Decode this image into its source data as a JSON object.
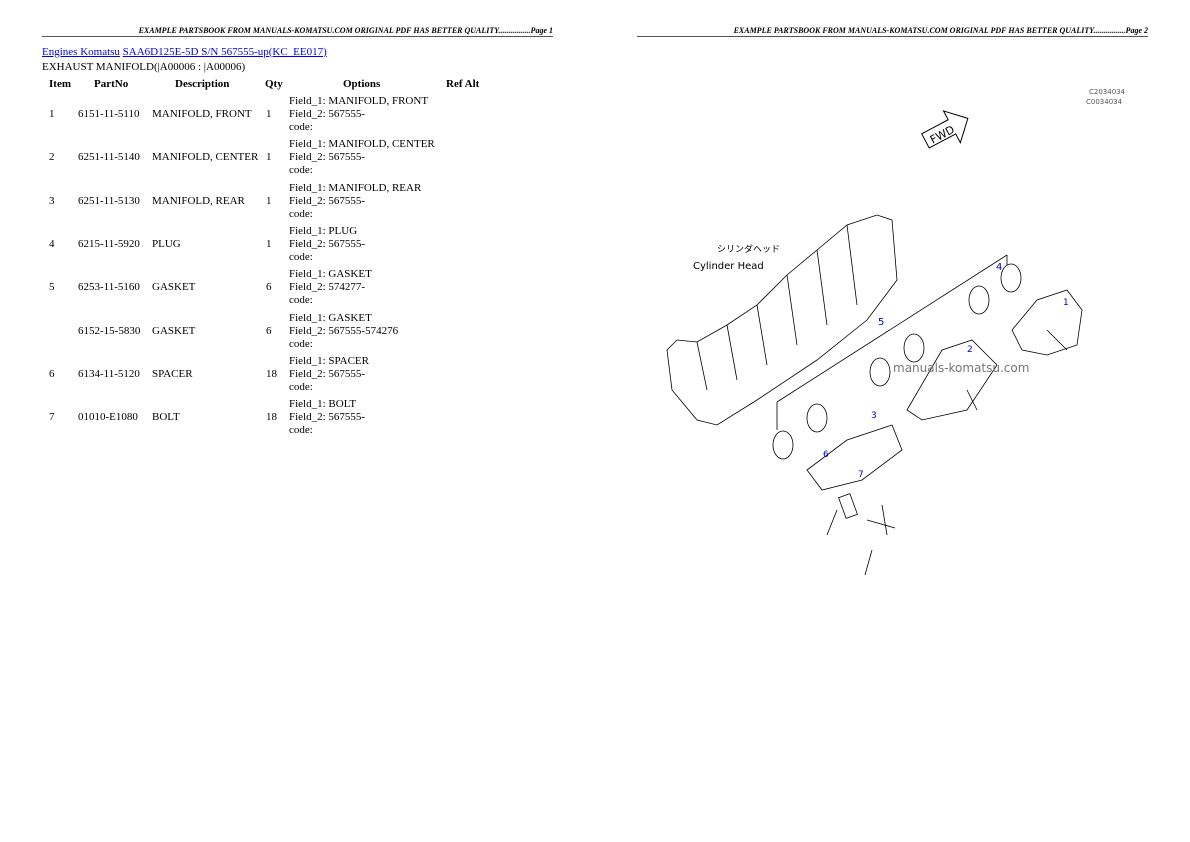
{
  "page1": {
    "header": "EXAMPLE PARTSBOOK FROM MANUALS-KOMATSU.COM ORIGINAL PDF HAS BETTER QUALITY................Page 1",
    "breadcrumb": {
      "link1": "Engines Komatsu",
      "link2": "SAA6D125E-5D S/N 567555-up(KC_EE017)"
    },
    "subtitle": "EXHAUST MANIFOLD(|A00006 : |A00006)",
    "columns": [
      "Item",
      "PartNo",
      "Description",
      "Qty",
      "Options",
      "Ref Alt"
    ],
    "rows": [
      {
        "item": "1",
        "partno": "6151-11-5110",
        "desc": "MANIFOLD, FRONT",
        "qty": "1",
        "f1": "Field_1: MANIFOLD, FRONT",
        "f2": "Field_2: 567555-",
        "code": "code:"
      },
      {
        "item": "2",
        "partno": "6251-11-5140",
        "desc": "MANIFOLD, CENTER",
        "qty": "1",
        "f1": "Field_1: MANIFOLD, CENTER",
        "f2": "Field_2: 567555-",
        "code": "code:"
      },
      {
        "item": "3",
        "partno": "6251-11-5130",
        "desc": "MANIFOLD, REAR",
        "qty": "1",
        "f1": "Field_1: MANIFOLD, REAR",
        "f2": "Field_2: 567555-",
        "code": "code:"
      },
      {
        "item": "4",
        "partno": "6215-11-5920",
        "desc": "PLUG",
        "qty": "1",
        "f1": "Field_1: PLUG",
        "f2": "Field_2: 567555-",
        "code": "code:"
      },
      {
        "item": "5",
        "partno": "6253-11-5160",
        "desc": "GASKET",
        "qty": "6",
        "f1": "Field_1: GASKET",
        "f2": "Field_2: 574277-",
        "code": "code:"
      },
      {
        "item": "",
        "partno": "6152-15-5830",
        "desc": "GASKET",
        "qty": "6",
        "f1": "Field_1: GASKET",
        "f2": "Field_2: 567555-574276",
        "code": "code:"
      },
      {
        "item": "6",
        "partno": "6134-11-5120",
        "desc": "SPACER",
        "qty": "18",
        "f1": "Field_1: SPACER",
        "f2": "Field_2: 567555-",
        "code": "code:"
      },
      {
        "item": "7",
        "partno": "01010-E1080",
        "desc": "BOLT",
        "qty": "18",
        "f1": "Field_1: BOLT",
        "f2": "Field_2: 567555-",
        "code": "code:"
      }
    ]
  },
  "page2": {
    "header": "EXAMPLE PARTSBOOK FROM MANUALS-KOMATSU.COM ORIGINAL PDF HAS BETTER QUALITY................Page 2",
    "drawing_codes": [
      "C2034034",
      "C0034034"
    ],
    "fwd_label": "FWD",
    "cylinder_head_jp": "シリンダヘッド",
    "cylinder_head": "Cylinder Head",
    "watermark": "manuals-komatsu.com",
    "callouts": [
      "4",
      "5",
      "1",
      "2",
      "3",
      "6",
      "7"
    ]
  }
}
